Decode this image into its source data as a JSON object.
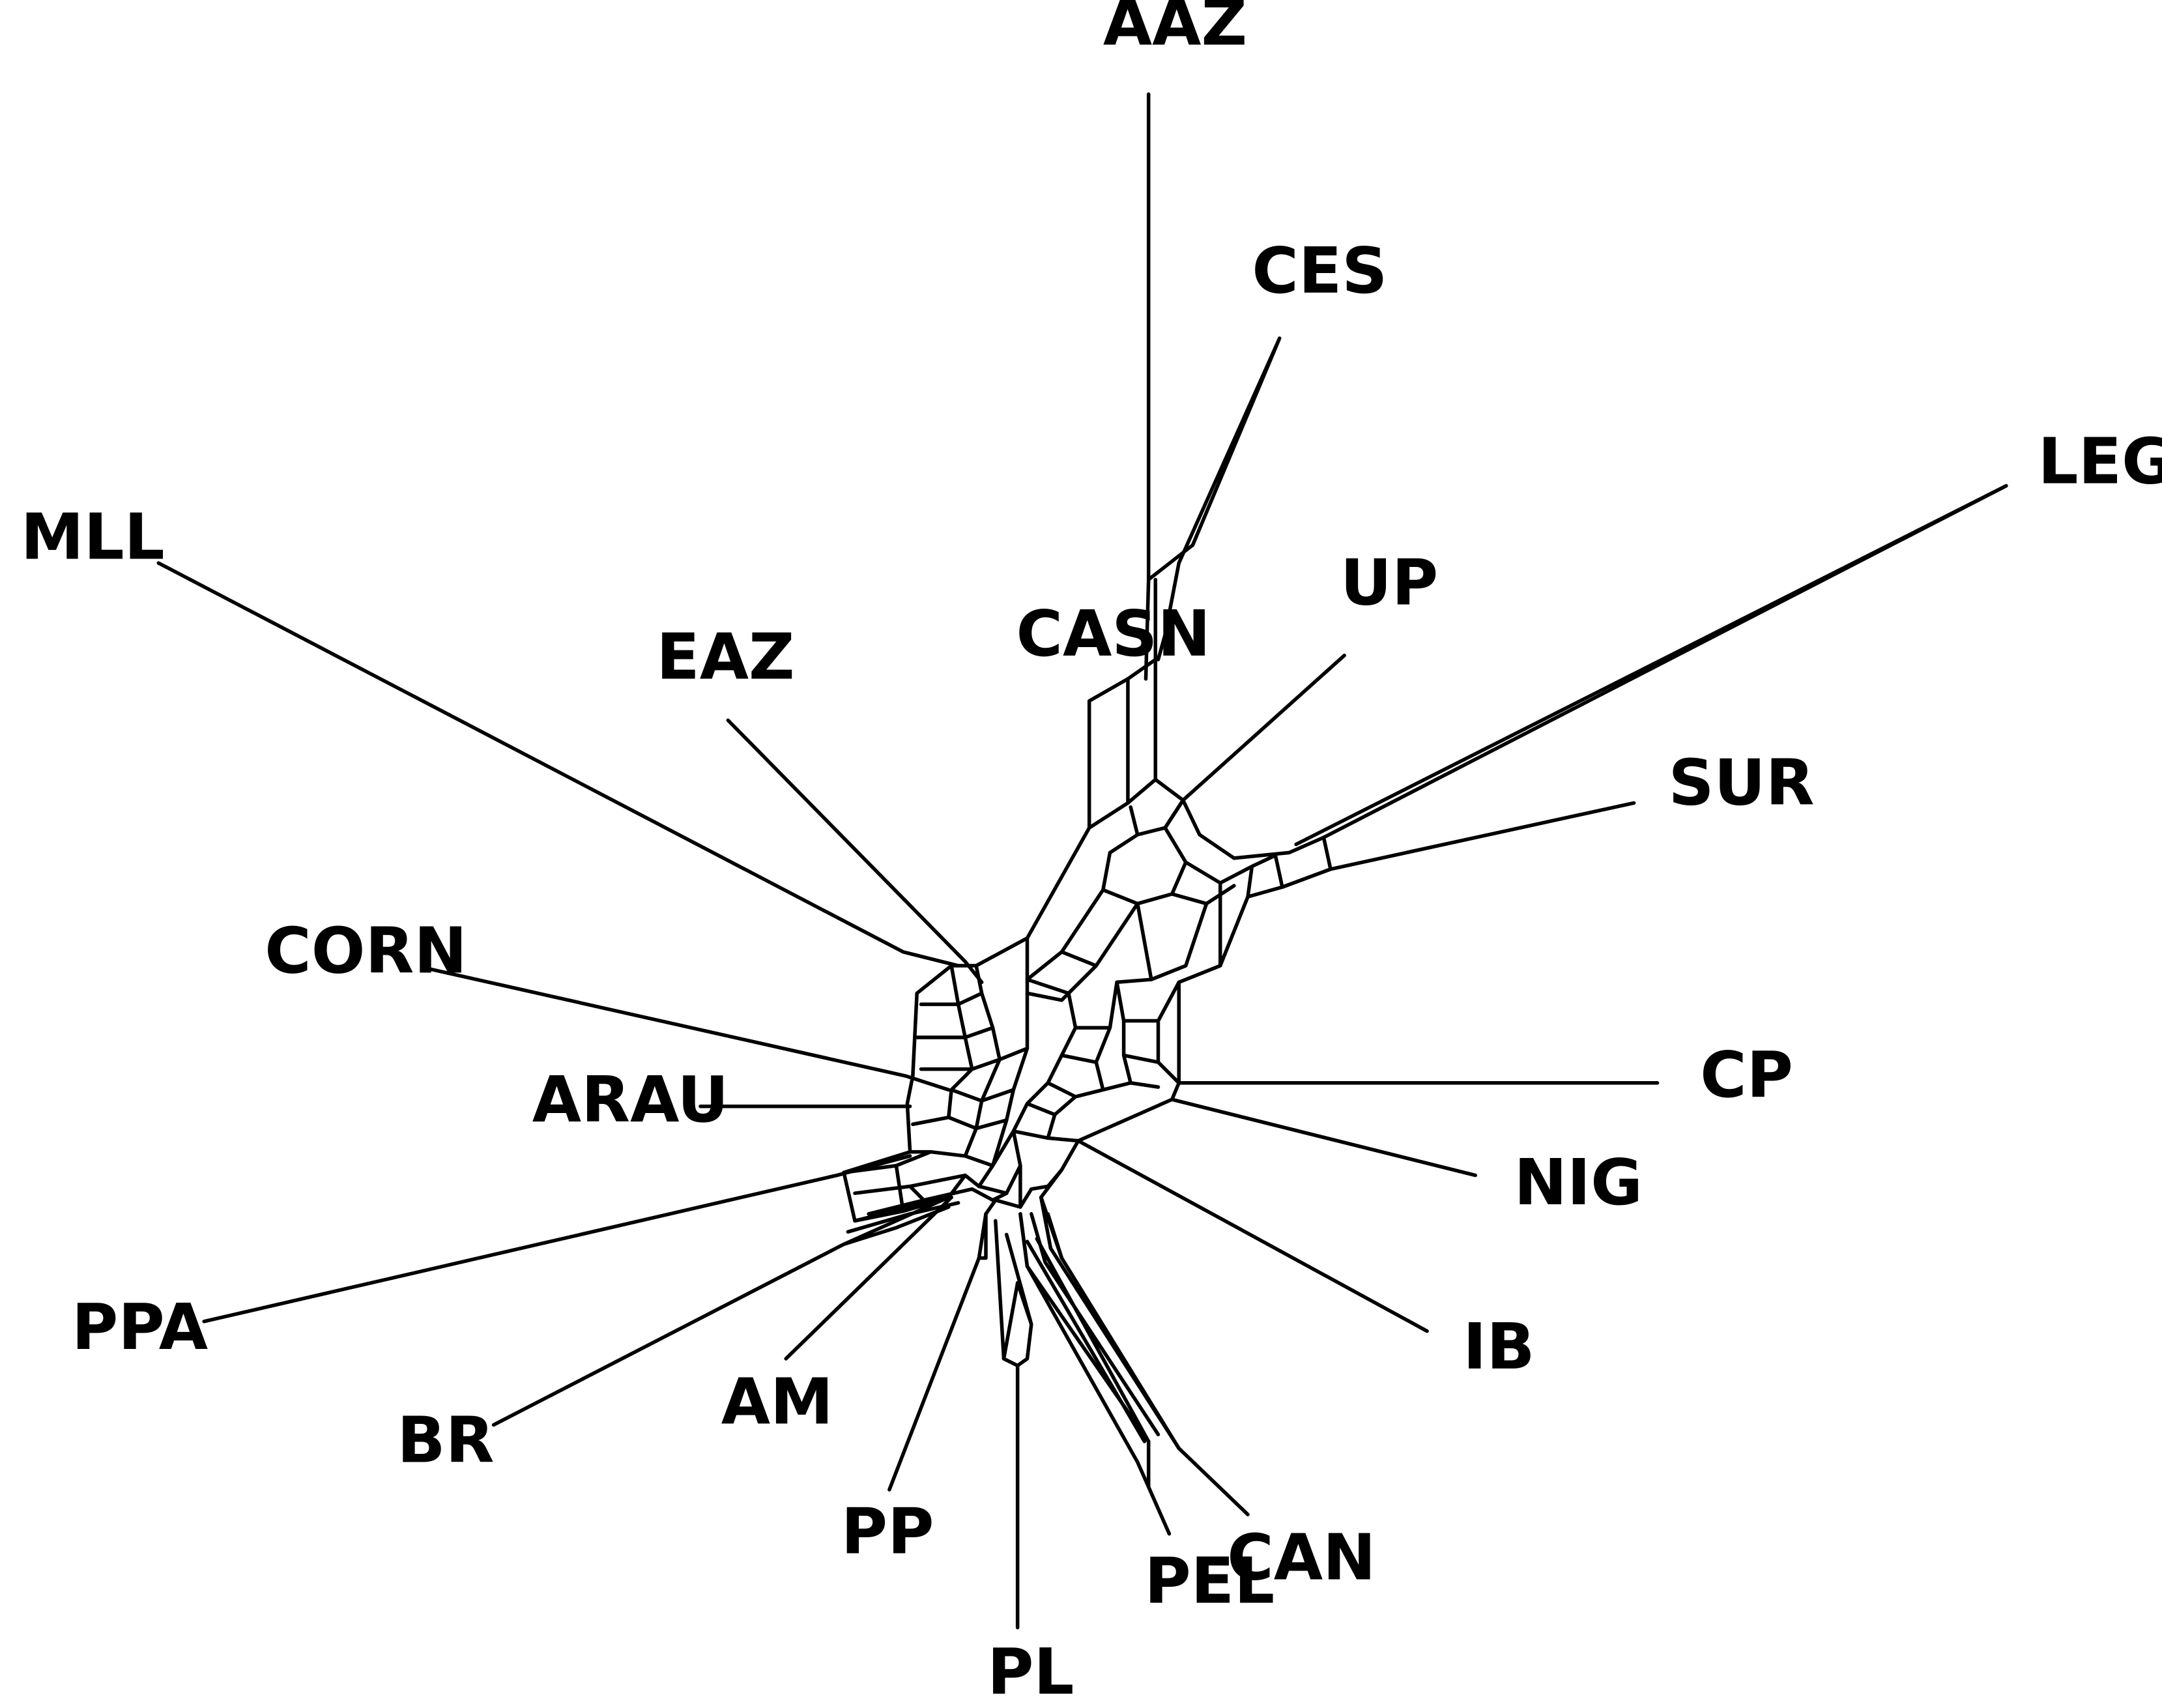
{
  "network": {
    "taxa": [
      {
        "id": "aaz",
        "label": "AAZ"
      },
      {
        "id": "ces",
        "label": "CES"
      },
      {
        "id": "legh",
        "label": "LEGH"
      },
      {
        "id": "mll",
        "label": "MLL"
      },
      {
        "id": "up",
        "label": "UP"
      },
      {
        "id": "casn",
        "label": "CASN"
      },
      {
        "id": "eaz",
        "label": "EAZ"
      },
      {
        "id": "sur",
        "label": "SUR"
      },
      {
        "id": "corn",
        "label": "CORN"
      },
      {
        "id": "cp",
        "label": "CP"
      },
      {
        "id": "arau",
        "label": "ARAU"
      },
      {
        "id": "nig",
        "label": "NIG"
      },
      {
        "id": "ppa",
        "label": "PPA"
      },
      {
        "id": "ib",
        "label": "IB"
      },
      {
        "id": "am",
        "label": "AM"
      },
      {
        "id": "br",
        "label": "BR"
      },
      {
        "id": "pp",
        "label": "PP"
      },
      {
        "id": "can",
        "label": "CAN"
      },
      {
        "id": "pel",
        "label": "PEL"
      },
      {
        "id": "pl",
        "label": "PL"
      }
    ]
  }
}
